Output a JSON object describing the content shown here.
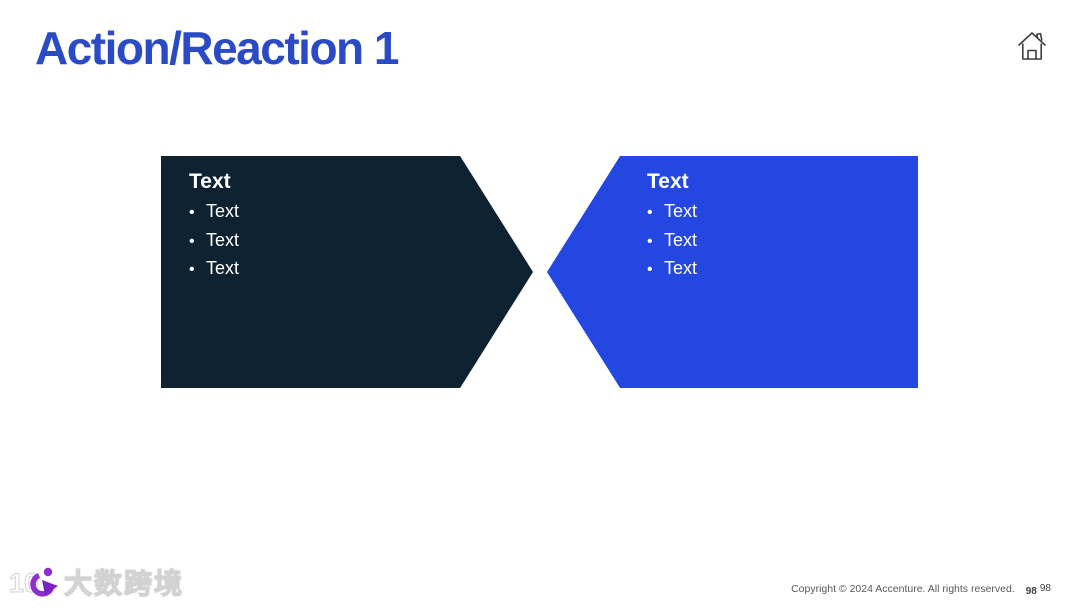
{
  "header": {
    "title": "Action/Reaction 1"
  },
  "colors": {
    "title": "#2a4ac6",
    "left_shape": "#0e2231",
    "right_shape": "#2447e1",
    "home_icon_stroke": "#3f3f3f",
    "watermark_purple": "#8e2fd0"
  },
  "arrows": {
    "left": {
      "heading": "Text",
      "bullets": [
        "Text",
        "Text",
        "Text"
      ],
      "fill": "#0e2231",
      "direction": "right"
    },
    "right": {
      "heading": "Text",
      "bullets": [
        "Text",
        "Text",
        "Text"
      ],
      "fill": "#2447e1",
      "direction": "left"
    }
  },
  "footer": {
    "copyright": "Copyright © 2024 Accenture. All rights reserved.",
    "page_number": "98",
    "page_number_duplicate": "98"
  },
  "watermark": {
    "text": "大数跨境"
  }
}
